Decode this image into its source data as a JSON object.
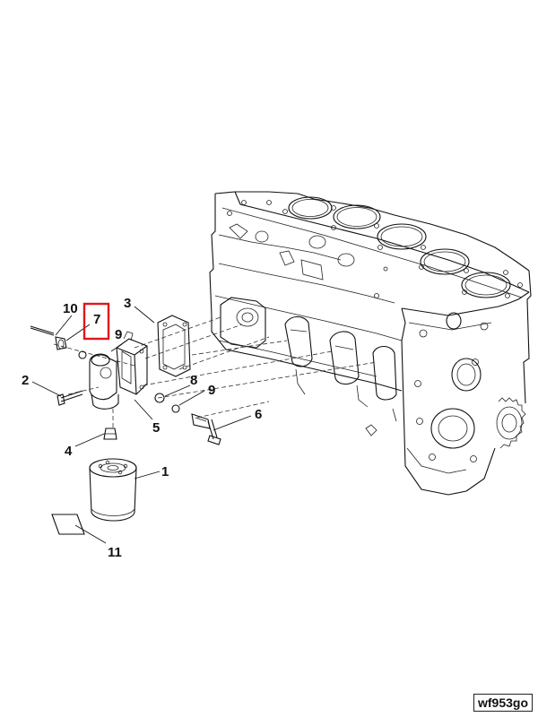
{
  "diagram": {
    "callouts": {
      "c1": "1",
      "c2": "2",
      "c3": "3",
      "c4": "4",
      "c5": "5",
      "c6": "6",
      "c7": "7",
      "c8": "8",
      "c9a": "9",
      "c9b": "9",
      "c10": "10",
      "c11": "11"
    },
    "highlighted_callout": "7",
    "reference_code": "wf953go",
    "colors": {
      "line": "#111111",
      "highlight": "#e0161b",
      "background": "#ffffff"
    }
  }
}
